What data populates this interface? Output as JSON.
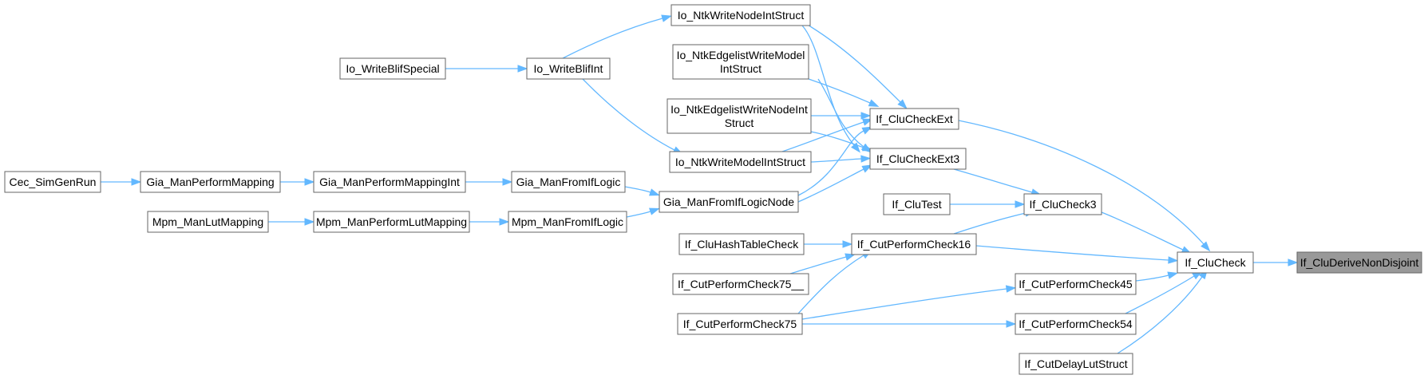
{
  "graph": {
    "title": "",
    "colors": {
      "edge": "#63b8ff",
      "node_border": "#666666",
      "root_fill": "#999999",
      "node_fill": "#ffffff"
    },
    "nodes": [
      {
        "id": "root",
        "label": [
          "If_CluDeriveNonDisjoint"
        ],
        "root": true
      },
      {
        "id": "clucheck",
        "label": [
          "If_CluCheck"
        ]
      },
      {
        "id": "clucheckext",
        "label": [
          "If_CluCheckExt"
        ]
      },
      {
        "id": "clucheckext3",
        "label": [
          "If_CluCheckExt3"
        ]
      },
      {
        "id": "clucheck3",
        "label": [
          "If_CluCheck3"
        ]
      },
      {
        "id": "clutest",
        "label": [
          "If_CluTest"
        ]
      },
      {
        "id": "cpc16",
        "label": [
          "If_CutPerformCheck16"
        ]
      },
      {
        "id": "cpc45",
        "label": [
          "If_CutPerformCheck45"
        ]
      },
      {
        "id": "cpc54",
        "label": [
          "If_CutPerformCheck54"
        ]
      },
      {
        "id": "cutdelay",
        "label": [
          "If_CutDelayLutStruct"
        ]
      },
      {
        "id": "cluhash",
        "label": [
          "If_CluHashTableCheck"
        ]
      },
      {
        "id": "cpc75u",
        "label": [
          "If_CutPerformCheck75__"
        ]
      },
      {
        "id": "cpc75",
        "label": [
          "If_CutPerformCheck75"
        ]
      },
      {
        "id": "ntkwritenode",
        "label": [
          "Io_NtkWriteNodeIntStruct"
        ]
      },
      {
        "id": "edgelistmodel",
        "label": [
          "Io_NtkEdgelistWriteModel",
          "IntStruct"
        ]
      },
      {
        "id": "edgelistnode",
        "label": [
          "Io_NtkEdgelistWriteNodeInt",
          "Struct"
        ]
      },
      {
        "id": "ntkwritemodel",
        "label": [
          "Io_NtkWriteModelIntStruct"
        ]
      },
      {
        "id": "gianode",
        "label": [
          "Gia_ManFromIfLogicNode"
        ]
      },
      {
        "id": "writeblifint",
        "label": [
          "Io_WriteBlifInt"
        ]
      },
      {
        "id": "writeblifspecial",
        "label": [
          "Io_WriteBlifSpecial"
        ]
      },
      {
        "id": "giafromif",
        "label": [
          "Gia_ManFromIfLogic"
        ]
      },
      {
        "id": "mpmfromif",
        "label": [
          "Mpm_ManFromIfLogic"
        ]
      },
      {
        "id": "giapmint",
        "label": [
          "Gia_ManPerformMappingInt"
        ]
      },
      {
        "id": "giapm",
        "label": [
          "Gia_ManPerformMapping"
        ]
      },
      {
        "id": "cecsim",
        "label": [
          "Cec_SimGenRun"
        ]
      },
      {
        "id": "mpmplut",
        "label": [
          "Mpm_ManPerformLutMapping"
        ]
      },
      {
        "id": "mpmlut",
        "label": [
          "Mpm_ManLutMapping"
        ]
      }
    ],
    "edges": [
      {
        "from": "clucheck",
        "to": "root"
      },
      {
        "from": "clucheckext",
        "to": "clucheck"
      },
      {
        "from": "clucheck3",
        "to": "clucheck"
      },
      {
        "from": "cpc16",
        "to": "clucheck"
      },
      {
        "from": "cpc45",
        "to": "clucheck"
      },
      {
        "from": "cpc54",
        "to": "clucheck"
      },
      {
        "from": "cutdelay",
        "to": "clucheck"
      },
      {
        "from": "clucheckext3",
        "to": "clucheck3"
      },
      {
        "from": "clutest",
        "to": "clucheck3"
      },
      {
        "from": "cpc16",
        "to": "clucheck3"
      },
      {
        "from": "ntkwritenode",
        "to": "clucheckext"
      },
      {
        "from": "edgelistmodel",
        "to": "clucheckext"
      },
      {
        "from": "edgelistnode",
        "to": "clucheckext"
      },
      {
        "from": "ntkwritemodel",
        "to": "clucheckext"
      },
      {
        "from": "gianode",
        "to": "clucheckext"
      },
      {
        "from": "ntkwritenode",
        "to": "clucheckext3"
      },
      {
        "from": "edgelistmodel",
        "to": "clucheckext3"
      },
      {
        "from": "edgelistnode",
        "to": "clucheckext3"
      },
      {
        "from": "ntkwritemodel",
        "to": "clucheckext3"
      },
      {
        "from": "gianode",
        "to": "clucheckext3"
      },
      {
        "from": "cluhash",
        "to": "cpc16"
      },
      {
        "from": "cpc75u",
        "to": "cpc16"
      },
      {
        "from": "cpc75",
        "to": "cpc16"
      },
      {
        "from": "cpc75",
        "to": "cpc45"
      },
      {
        "from": "cpc75",
        "to": "cpc54"
      },
      {
        "from": "writeblifint",
        "to": "ntkwritenode"
      },
      {
        "from": "writeblifint",
        "to": "ntkwritemodel"
      },
      {
        "from": "writeblifspecial",
        "to": "writeblifint"
      },
      {
        "from": "giafromif",
        "to": "gianode"
      },
      {
        "from": "mpmfromif",
        "to": "gianode"
      },
      {
        "from": "giapmint",
        "to": "giafromif"
      },
      {
        "from": "giapm",
        "to": "giapmint"
      },
      {
        "from": "cecsim",
        "to": "giapm"
      },
      {
        "from": "mpmplut",
        "to": "mpmfromif"
      },
      {
        "from": "mpmlut",
        "to": "mpmplut"
      }
    ]
  }
}
